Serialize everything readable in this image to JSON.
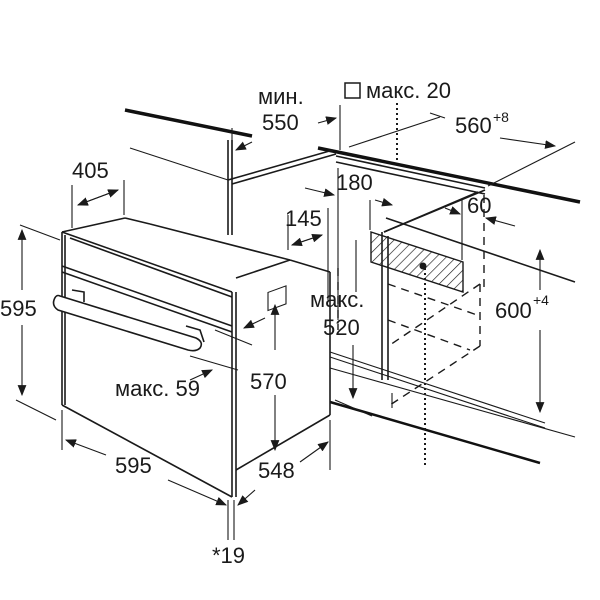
{
  "labels": {
    "min_label": "мин.",
    "min_value": "550",
    "max20": "макс. 20",
    "width_560": "560",
    "width_560_tol": "+8",
    "d405": "405",
    "d180": "180",
    "d145": "145",
    "d60": "60",
    "h595_left": "595",
    "max520_label": "макс.",
    "max520_value": "520",
    "h600": "600",
    "h600_tol": "+4",
    "h570": "570",
    "max59": "макс. 59",
    "w595_bottom": "595",
    "d548": "548",
    "note19": "*19"
  }
}
